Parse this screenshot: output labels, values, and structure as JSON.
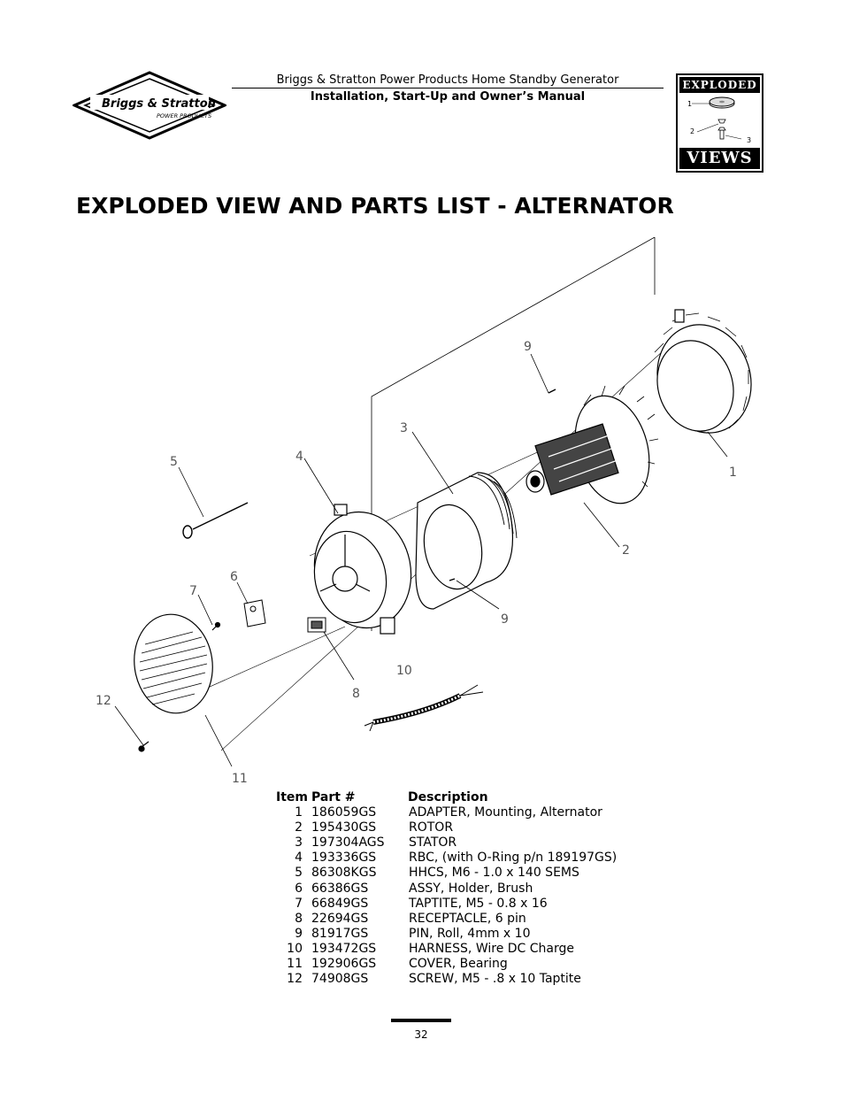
{
  "brand": {
    "logo_name": "Briggs & Stratton",
    "logo_sub": "POWER PRODUCTS"
  },
  "header": {
    "line1": "Briggs & Stratton Power Products Home Standby Generator",
    "line2": "Installation, Start-Up and Owner’s Manual"
  },
  "badge": {
    "top": "EXPLODED",
    "bottom": "VIEWS",
    "labels": [
      "1",
      "2",
      "3"
    ]
  },
  "page_title": "EXPLODED VIEW AND PARTS LIST - ALTERNATOR",
  "diagram": {
    "callouts": [
      "1",
      "2",
      "3",
      "4",
      "5",
      "6",
      "7",
      "8",
      "9",
      "9",
      "10",
      "11",
      "12"
    ]
  },
  "parts_list": {
    "headers": {
      "item": "Item",
      "part": "Part #",
      "description": "Description"
    },
    "rows": [
      {
        "item": "1",
        "part": "186059GS",
        "description": "ADAPTER, Mounting, Alternator"
      },
      {
        "item": "2",
        "part": "195430GS",
        "description": "ROTOR"
      },
      {
        "item": "3",
        "part": "197304AGS",
        "description": "STATOR"
      },
      {
        "item": "4",
        "part": "193336GS",
        "description": "RBC, (with O-Ring p/n 189197GS)"
      },
      {
        "item": "5",
        "part": "86308KGS",
        "description": "HHCS, M6 - 1.0 x 140 SEMS"
      },
      {
        "item": "6",
        "part": "66386GS",
        "description": "ASSY, Holder, Brush"
      },
      {
        "item": "7",
        "part": "66849GS",
        "description": "TAPTITE, M5 - 0.8 x 16"
      },
      {
        "item": "8",
        "part": "22694GS",
        "description": "RECEPTACLE, 6 pin"
      },
      {
        "item": "9",
        "part": "81917GS",
        "description": "PIN, Roll, 4mm x 10"
      },
      {
        "item": "10",
        "part": "193472GS",
        "description": "HARNESS, Wire DC Charge"
      },
      {
        "item": "11",
        "part": "192906GS",
        "description": "COVER, Bearing"
      },
      {
        "item": "12",
        "part": "74908GS",
        "description": "SCREW, M5 - .8 x 10 Taptite"
      }
    ]
  },
  "page_number": "32"
}
